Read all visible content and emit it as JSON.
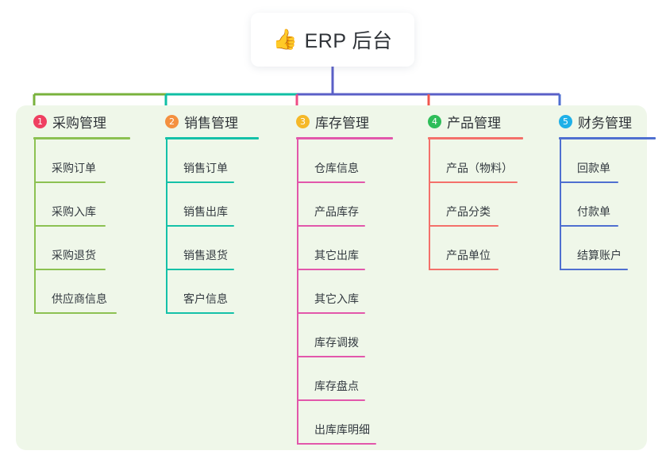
{
  "root": {
    "icon": "thumbs-up-icon",
    "icon_glyph": "👍",
    "label": "ERP 后台"
  },
  "palette": {
    "background": "#ffffff",
    "panel_fill": "#eff7e9",
    "text": "#2f3338",
    "bus_green": "#79b23c",
    "bus_teal": "#0fbfa4",
    "bus_purple": "#5a5fc7",
    "drop_pink": "#ef4d86",
    "drop_red": "#f1574f",
    "drop_blue": "#4f6fd0",
    "title_stem": "#5a5fc7"
  },
  "columns": [
    {
      "number": "1",
      "title": "采购管理",
      "badge_color": "#ef4061",
      "line_color": "#8cc152",
      "rule_width": 122,
      "items": [
        {
          "label": "采购订单",
          "rule_width": 90
        },
        {
          "label": "采购入库",
          "rule_width": 90
        },
        {
          "label": "采购退货",
          "rule_width": 90
        },
        {
          "label": "供应商信息",
          "rule_width": 104
        }
      ]
    },
    {
      "number": "2",
      "title": "销售管理",
      "badge_color": "#f4903f",
      "line_color": "#14c1a8",
      "rule_width": 118,
      "items": [
        {
          "label": "销售订单",
          "rule_width": 86
        },
        {
          "label": "销售出库",
          "rule_width": 86
        },
        {
          "label": "销售退货",
          "rule_width": 86
        },
        {
          "label": "客户信息",
          "rule_width": 86
        }
      ]
    },
    {
      "number": "3",
      "title": "库存管理",
      "badge_color": "#f5b828",
      "line_color": "#e257ab",
      "rule_width": 122,
      "items": [
        {
          "label": "仓库信息",
          "rule_width": 86
        },
        {
          "label": "产品库存",
          "rule_width": 86
        },
        {
          "label": "其它出库",
          "rule_width": 86
        },
        {
          "label": "其它入库",
          "rule_width": 86
        },
        {
          "label": "库存调拨",
          "rule_width": 86
        },
        {
          "label": "库存盘点",
          "rule_width": 86
        },
        {
          "label": "出库库明细",
          "rule_width": 100
        }
      ]
    },
    {
      "number": "4",
      "title": "产品管理",
      "badge_color": "#2ebd59",
      "line_color": "#f4706a",
      "rule_width": 120,
      "items": [
        {
          "label": "产品（物料）",
          "rule_width": 112
        },
        {
          "label": "产品分类",
          "rule_width": 88
        },
        {
          "label": "产品单位",
          "rule_width": 88
        }
      ]
    },
    {
      "number": "5",
      "title": "财务管理",
      "badge_color": "#1eb0e8",
      "line_color": "#4f6fd0",
      "rule_width": 122,
      "items": [
        {
          "label": "回款单",
          "rule_width": 74
        },
        {
          "label": "付款单",
          "rule_width": 74
        },
        {
          "label": "结算账户",
          "rule_width": 86
        }
      ]
    }
  ]
}
